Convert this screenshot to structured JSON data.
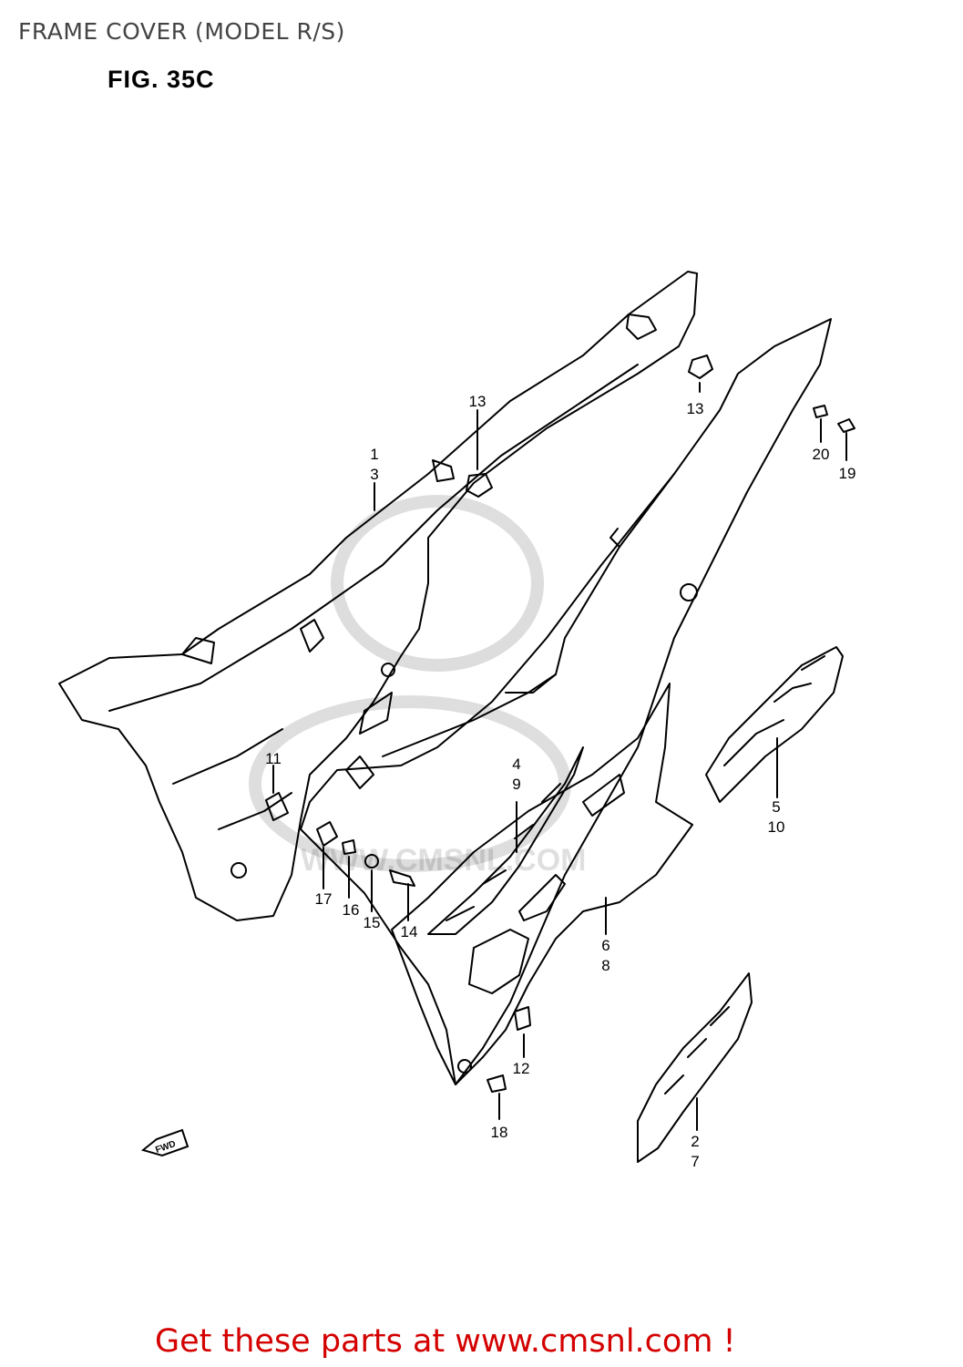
{
  "header": {
    "title": "FRAME COVER (MODEL R/S)",
    "figure_label": "FIG. 35C"
  },
  "callouts": [
    {
      "lines": [
        "1",
        "3"
      ]
    },
    {
      "lines": [
        "13"
      ]
    },
    {
      "lines": [
        "13"
      ]
    },
    {
      "lines": [
        "20"
      ]
    },
    {
      "lines": [
        "19"
      ]
    },
    {
      "lines": [
        "11"
      ]
    },
    {
      "lines": [
        "4",
        "9"
      ]
    },
    {
      "lines": [
        "5",
        "10"
      ]
    },
    {
      "lines": [
        "17"
      ]
    },
    {
      "lines": [
        "16"
      ]
    },
    {
      "lines": [
        "15"
      ]
    },
    {
      "lines": [
        "14"
      ]
    },
    {
      "lines": [
        "6",
        "8"
      ]
    },
    {
      "lines": [
        "12"
      ]
    },
    {
      "lines": [
        "18"
      ]
    },
    {
      "lines": [
        "2",
        "7"
      ]
    }
  ],
  "fwd_label": "FWD",
  "watermark_text": "WWW.CMSNL.COM",
  "footer": {
    "link_text": "Get these parts at www.cmsnl.com !",
    "link_color": "#d40000"
  }
}
